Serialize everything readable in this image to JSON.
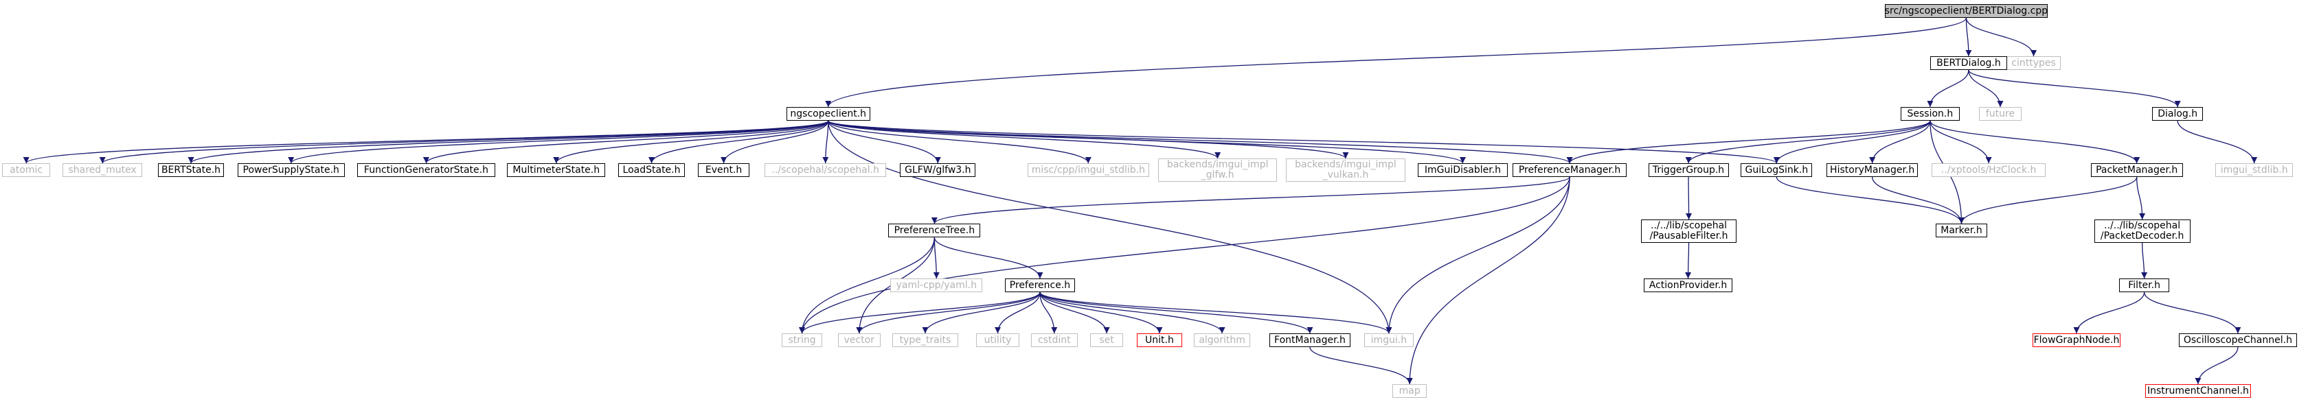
{
  "colors": {
    "edge": "#191970",
    "node_border": "#000000",
    "external_border": "#bfbfbf",
    "incomplete_border": "#ff0000",
    "root_fill": "#bfbfbf"
  },
  "nodes": [
    {
      "id": "root",
      "label": "src/ngscopeclient/BERTDialog.cpp",
      "kind": "root"
    },
    {
      "id": "cinttypes",
      "label": "cinttypes",
      "kind": "ext"
    },
    {
      "id": "bertdialog_h",
      "label": "BERTDialog.h",
      "kind": "doc"
    },
    {
      "id": "ngscopeclient_h",
      "label": "ngscopeclient.h",
      "kind": "doc"
    },
    {
      "id": "future",
      "label": "future",
      "kind": "ext"
    },
    {
      "id": "dialog_h",
      "label": "Dialog.h",
      "kind": "doc"
    },
    {
      "id": "session_h",
      "label": "Session.h",
      "kind": "doc"
    },
    {
      "id": "imgui_stdlib_h",
      "label": "imgui_stdlib.h",
      "kind": "ext"
    },
    {
      "id": "atomic",
      "label": "atomic",
      "kind": "ext"
    },
    {
      "id": "shared_mutex",
      "label": "shared_mutex",
      "kind": "ext"
    },
    {
      "id": "bertstate_h",
      "label": "BERTState.h",
      "kind": "doc"
    },
    {
      "id": "powersupplystate_h",
      "label": "PowerSupplyState.h",
      "kind": "doc"
    },
    {
      "id": "functiongeneratorstate_h",
      "label": "FunctionGeneratorState.h",
      "kind": "doc"
    },
    {
      "id": "multimeterstate_h",
      "label": "MultimeterState.h",
      "kind": "doc"
    },
    {
      "id": "loadstate_h",
      "label": "LoadState.h",
      "kind": "doc"
    },
    {
      "id": "event_h",
      "label": "Event.h",
      "kind": "doc"
    },
    {
      "id": "scopehal_h",
      "label": "../scopehal/scopehal.h",
      "kind": "ext"
    },
    {
      "id": "glfw3_h",
      "label": "GLFW/glfw3.h",
      "kind": "doc"
    },
    {
      "id": "misc_imgui_stdlib_h",
      "label": "misc/cpp/imgui_stdlib.h",
      "kind": "ext"
    },
    {
      "id": "imgui_impl_glfw_h",
      "label": "backends/imgui_impl\n_glfw.h",
      "kind": "ext"
    },
    {
      "id": "imgui_impl_vulkan_h",
      "label": "backends/imgui_impl\n_vulkan.h",
      "kind": "ext"
    },
    {
      "id": "imguidisabler_h",
      "label": "ImGuiDisabler.h",
      "kind": "doc"
    },
    {
      "id": "preferencemanager_h",
      "label": "PreferenceManager.h",
      "kind": "doc"
    },
    {
      "id": "triggergroup_h",
      "label": "TriggerGroup.h",
      "kind": "doc"
    },
    {
      "id": "guilogsink_h",
      "label": "GuiLogSink.h",
      "kind": "doc"
    },
    {
      "id": "historymanager_h",
      "label": "HistoryManager.h",
      "kind": "doc"
    },
    {
      "id": "hzclock_h",
      "label": "../xptools/HzClock.h",
      "kind": "ext"
    },
    {
      "id": "packetmanager_h",
      "label": "PacketManager.h",
      "kind": "doc"
    },
    {
      "id": "preferencetree_h",
      "label": "PreferenceTree.h",
      "kind": "doc"
    },
    {
      "id": "pausablefilter_h",
      "label": "../../lib/scopehal\n/PausableFilter.h",
      "kind": "doc"
    },
    {
      "id": "marker_h",
      "label": "Marker.h",
      "kind": "doc"
    },
    {
      "id": "packetdecoder_h",
      "label": "../../lib/scopehal\n/PacketDecoder.h",
      "kind": "doc"
    },
    {
      "id": "yamlcpp_h",
      "label": "yaml-cpp/yaml.h",
      "kind": "ext"
    },
    {
      "id": "preference_h",
      "label": "Preference.h",
      "kind": "doc"
    },
    {
      "id": "actionprovider_h",
      "label": "ActionProvider.h",
      "kind": "doc"
    },
    {
      "id": "filter_h",
      "label": "Filter.h",
      "kind": "doc"
    },
    {
      "id": "string",
      "label": "string",
      "kind": "ext"
    },
    {
      "id": "vector",
      "label": "vector",
      "kind": "ext"
    },
    {
      "id": "type_traits",
      "label": "type_traits",
      "kind": "ext"
    },
    {
      "id": "utility",
      "label": "utility",
      "kind": "ext"
    },
    {
      "id": "cstdint",
      "label": "cstdint",
      "kind": "ext"
    },
    {
      "id": "set",
      "label": "set",
      "kind": "ext"
    },
    {
      "id": "unit_h",
      "label": "Unit.h",
      "kind": "red"
    },
    {
      "id": "algorithm",
      "label": "algorithm",
      "kind": "ext"
    },
    {
      "id": "fontmanager_h",
      "label": "FontManager.h",
      "kind": "doc"
    },
    {
      "id": "imgui_h",
      "label": "imgui.h",
      "kind": "ext"
    },
    {
      "id": "flowgraphnode_h",
      "label": "FlowGraphNode.h",
      "kind": "red"
    },
    {
      "id": "oscilloscopechannel_h",
      "label": "OscilloscopeChannel.h",
      "kind": "doc"
    },
    {
      "id": "map",
      "label": "map",
      "kind": "ext"
    },
    {
      "id": "instrumentchannel_h",
      "label": "InstrumentChannel.h",
      "kind": "red"
    }
  ],
  "edges": [
    [
      "root",
      "bertdialog_h"
    ],
    [
      "root",
      "cinttypes"
    ],
    [
      "root",
      "ngscopeclient_h"
    ],
    [
      "bertdialog_h",
      "session_h"
    ],
    [
      "bertdialog_h",
      "future"
    ],
    [
      "bertdialog_h",
      "dialog_h"
    ],
    [
      "dialog_h",
      "imgui_stdlib_h"
    ],
    [
      "ngscopeclient_h",
      "atomic"
    ],
    [
      "ngscopeclient_h",
      "shared_mutex"
    ],
    [
      "ngscopeclient_h",
      "bertstate_h"
    ],
    [
      "ngscopeclient_h",
      "powersupplystate_h"
    ],
    [
      "ngscopeclient_h",
      "functiongeneratorstate_h"
    ],
    [
      "ngscopeclient_h",
      "multimeterstate_h"
    ],
    [
      "ngscopeclient_h",
      "loadstate_h"
    ],
    [
      "ngscopeclient_h",
      "event_h"
    ],
    [
      "ngscopeclient_h",
      "scopehal_h"
    ],
    [
      "ngscopeclient_h",
      "glfw3_h"
    ],
    [
      "ngscopeclient_h",
      "misc_imgui_stdlib_h"
    ],
    [
      "ngscopeclient_h",
      "imgui_impl_glfw_h"
    ],
    [
      "ngscopeclient_h",
      "imgui_impl_vulkan_h"
    ],
    [
      "ngscopeclient_h",
      "imguidisabler_h"
    ],
    [
      "ngscopeclient_h",
      "guilogsink_h"
    ],
    [
      "ngscopeclient_h",
      "preferencemanager_h"
    ],
    [
      "ngscopeclient_h",
      "imgui_h"
    ],
    [
      "session_h",
      "preferencemanager_h"
    ],
    [
      "session_h",
      "triggergroup_h"
    ],
    [
      "session_h",
      "guilogsink_h"
    ],
    [
      "session_h",
      "historymanager_h"
    ],
    [
      "session_h",
      "hzclock_h"
    ],
    [
      "session_h",
      "packetmanager_h"
    ],
    [
      "session_h",
      "marker_h"
    ],
    [
      "preferencemanager_h",
      "preferencetree_h"
    ],
    [
      "preferencemanager_h",
      "string"
    ],
    [
      "preferencemanager_h",
      "imgui_h"
    ],
    [
      "preferencemanager_h",
      "map"
    ],
    [
      "triggergroup_h",
      "pausablefilter_h"
    ],
    [
      "pausablefilter_h",
      "actionprovider_h"
    ],
    [
      "guilogsink_h",
      "marker_h"
    ],
    [
      "historymanager_h",
      "marker_h"
    ],
    [
      "packetmanager_h",
      "marker_h"
    ],
    [
      "packetmanager_h",
      "packetdecoder_h"
    ],
    [
      "packetdecoder_h",
      "filter_h"
    ],
    [
      "filter_h",
      "flowgraphnode_h"
    ],
    [
      "filter_h",
      "oscilloscopechannel_h"
    ],
    [
      "oscilloscopechannel_h",
      "instrumentchannel_h"
    ],
    [
      "preferencetree_h",
      "yamlcpp_h"
    ],
    [
      "preferencetree_h",
      "preference_h"
    ],
    [
      "preferencetree_h",
      "string"
    ],
    [
      "preferencetree_h",
      "vector"
    ],
    [
      "preference_h",
      "string"
    ],
    [
      "preference_h",
      "vector"
    ],
    [
      "preference_h",
      "type_traits"
    ],
    [
      "preference_h",
      "utility"
    ],
    [
      "preference_h",
      "cstdint"
    ],
    [
      "preference_h",
      "set"
    ],
    [
      "preference_h",
      "unit_h"
    ],
    [
      "preference_h",
      "algorithm"
    ],
    [
      "preference_h",
      "fontmanager_h"
    ],
    [
      "preference_h",
      "imgui_h"
    ],
    [
      "fontmanager_h",
      "map"
    ]
  ]
}
